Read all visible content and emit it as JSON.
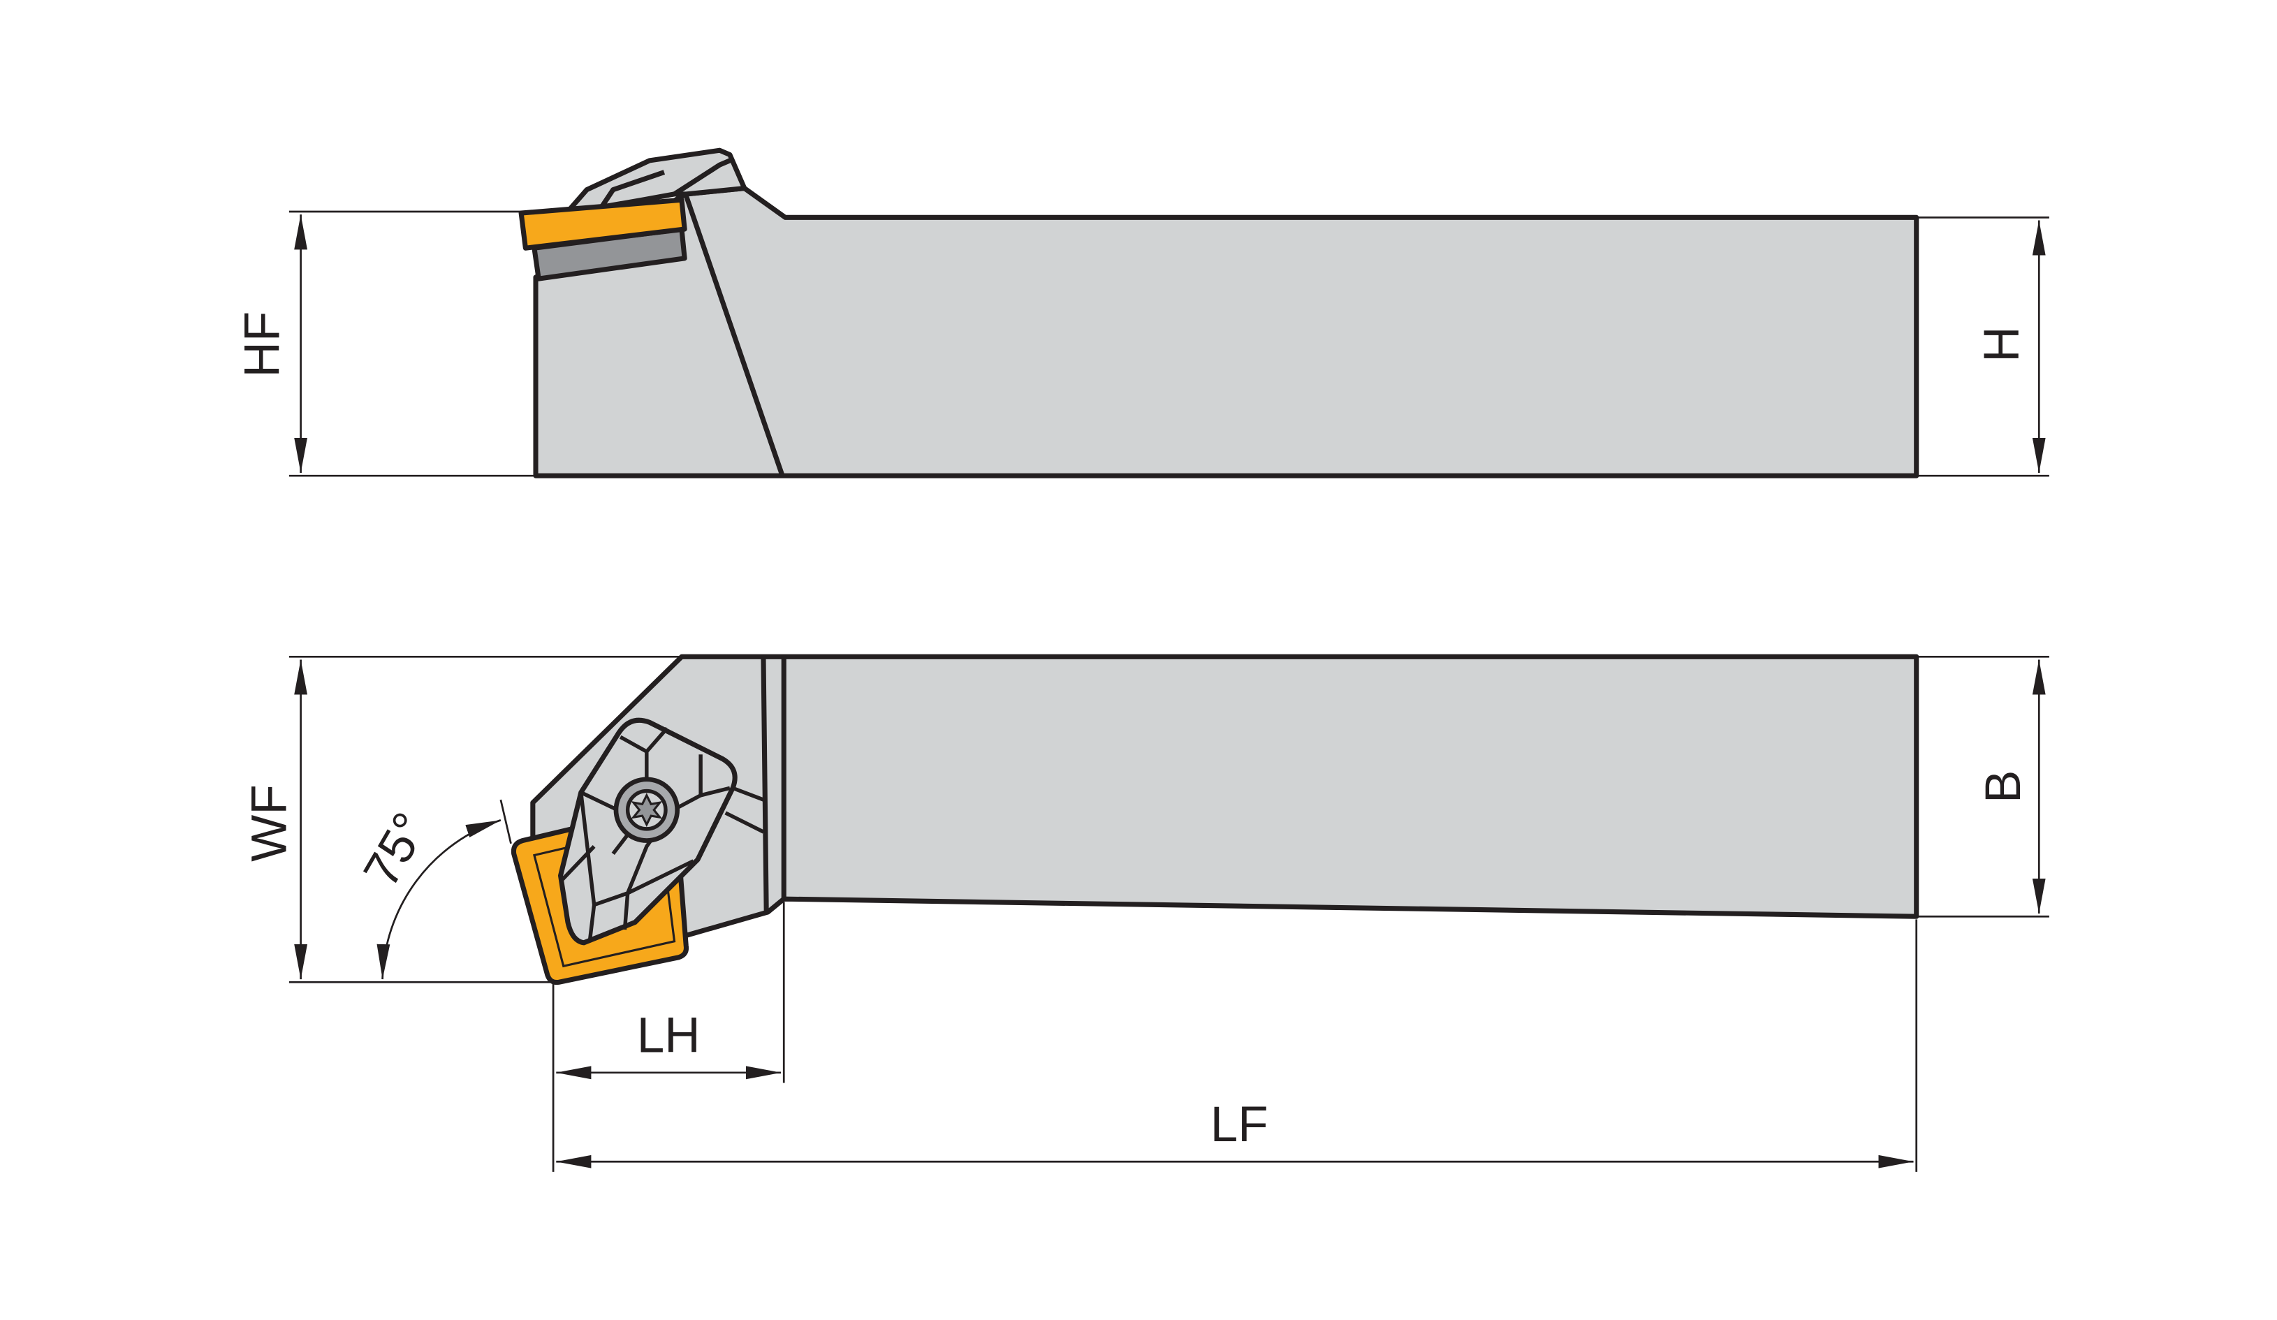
{
  "diagram": {
    "labels": {
      "hf": "HF",
      "h": "H",
      "wf": "WF",
      "b": "B",
      "lh": "LH",
      "lf": "LF",
      "angle": "75°"
    },
    "colors": {
      "insert": "#F7A81B",
      "body": "#D1D3D4",
      "shim": "#939598",
      "screw": "#A7A9AC",
      "outline": "#231F20"
    }
  }
}
